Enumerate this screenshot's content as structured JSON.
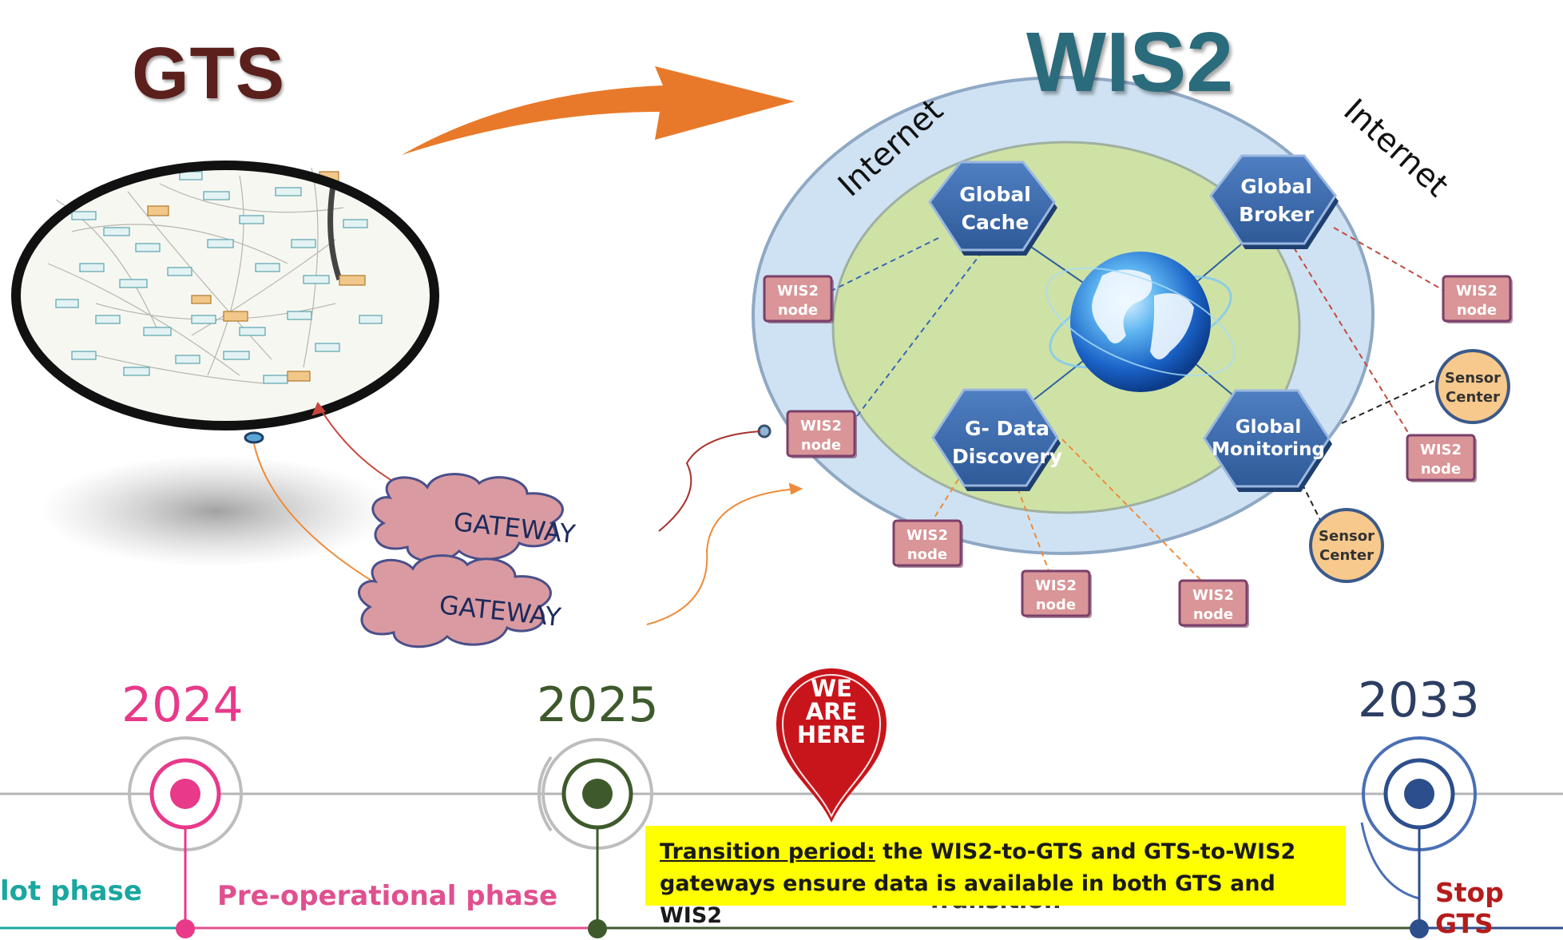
{
  "gts": {
    "title": "GTS"
  },
  "wis2": {
    "title": "WIS2",
    "internet_left": "Internet",
    "internet_right": "Internet",
    "hex_nodes": [
      {
        "id": "global-cache",
        "line1": "Global",
        "line2": "Cache"
      },
      {
        "id": "global-broker",
        "line1": "Global",
        "line2": "Broker"
      },
      {
        "id": "g-data-discovery",
        "line1": "G- Data",
        "line2": "Discovery"
      },
      {
        "id": "global-monitoring",
        "line1": "Global",
        "line2": "Monitoring"
      }
    ],
    "wis2_node_line1": "WIS2",
    "wis2_node_line2": "node",
    "sensor_line1": "Sensor",
    "sensor_line2": "Center"
  },
  "gateways": [
    "GATEWAY",
    "GATEWAY"
  ],
  "marker": {
    "line1": "WE",
    "line2": "ARE",
    "line3": "HERE"
  },
  "timeline": {
    "years": [
      "2024",
      "2025",
      "2033"
    ],
    "pilot_phase": "lot phase",
    "pre_operational_phase": "Pre-operational phase",
    "stop_gts": "Stop GTS",
    "transition_hidden": "Transition",
    "transition_box": {
      "label": "Transition period:",
      "text1": " the WIS2-to-GTS and GTS-to-WIS2",
      "text2": "gateways ensure data is available in both GTS and WIS2"
    }
  },
  "colors": {
    "gts_title": "#5b1f1c",
    "wis2_title": "#2a6b7c",
    "arrow_orange": "#e8792a",
    "outer_ring": "#cfe2f3",
    "inner_green": "#cfe2a6",
    "hex_blue": "#3a66a8",
    "node_pink": "#d99597",
    "sensor_orange": "#f7c98c",
    "year_2024": "#e8398a",
    "year_2025": "#3e5a2c",
    "year_2033": "#2d3e63",
    "marker_red": "#c8151b",
    "highlight": "#ffff00"
  }
}
